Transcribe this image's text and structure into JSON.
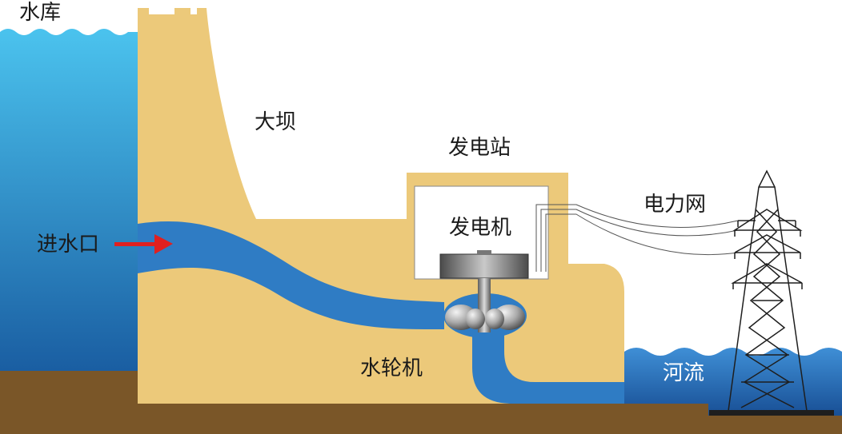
{
  "labels": {
    "reservoir": "水库",
    "dam": "大坝",
    "power_station": "发电站",
    "grid": "电力网",
    "intake": "进水口",
    "generator": "发电机",
    "turbine": "水轮机",
    "river": "河流"
  },
  "colors": {
    "water_light": "#4bbde9",
    "water_dark": "#1a5fa3",
    "penstock": "#2f7cc4",
    "dam": "#ecc97a",
    "ground": "#7a5628",
    "arrow": "#e02020",
    "tower": "#222222"
  },
  "icons": [
    "inflow-arrow-icon",
    "transmission-tower-icon",
    "generator-rotor-icon",
    "turbine-icon"
  ]
}
